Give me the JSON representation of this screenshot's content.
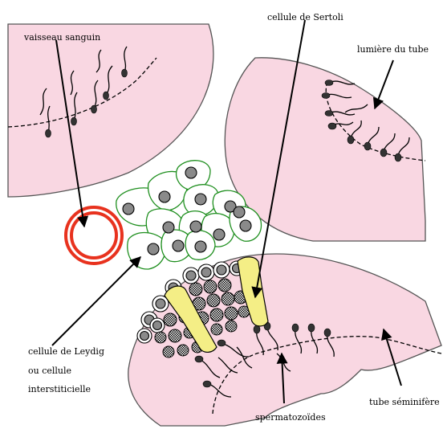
{
  "labels": {
    "vaisseau": "vaisseau sanguin",
    "sertoli": "cellule de Sertoli",
    "lumiere": "lumière du tube",
    "leydig_1": "cellule de Leydig",
    "leydig_2": "ou cellule",
    "leydig_3": "interstiticielle",
    "tube": "tube séminifère",
    "spermato": "spermatozoïdes"
  },
  "colors": {
    "tube_fill": "#f9d7e2",
    "leydig_outline": "#1f8f1f",
    "vessel": "#e8321e",
    "sertoli_fill": "#f4ee86",
    "nucleus": "#8a8a8a"
  }
}
